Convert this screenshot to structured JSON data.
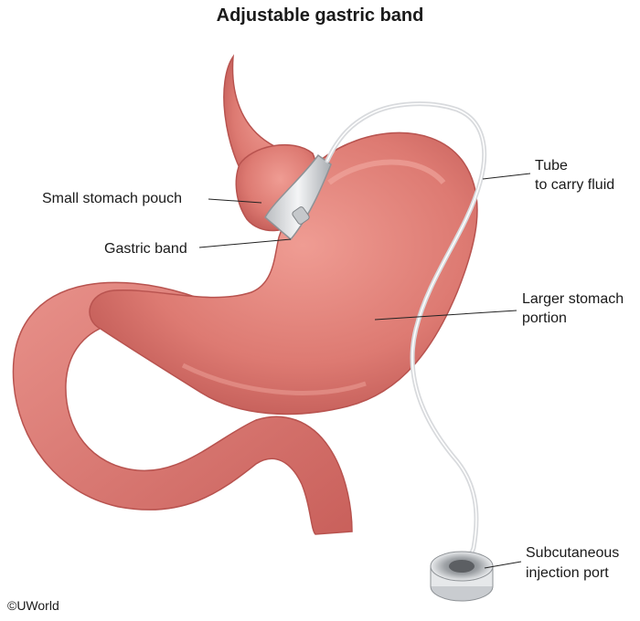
{
  "title": "Adjustable gastric band",
  "labels": {
    "small_pouch": "Small stomach pouch",
    "gastric_band": "Gastric band",
    "tube_line1": "Tube",
    "tube_line2": "to carry fluid",
    "larger_line1": "Larger stomach",
    "larger_line2": "portion",
    "port_line1": "Subcutaneous",
    "port_line2": "injection port"
  },
  "copyright": "©UWorld",
  "colors": {
    "stomach": "#d9736d",
    "stomach_dark": "#b8534f",
    "stomach_light": "#ee9a92",
    "device": "#e4e6e8",
    "leader": "#222222"
  }
}
